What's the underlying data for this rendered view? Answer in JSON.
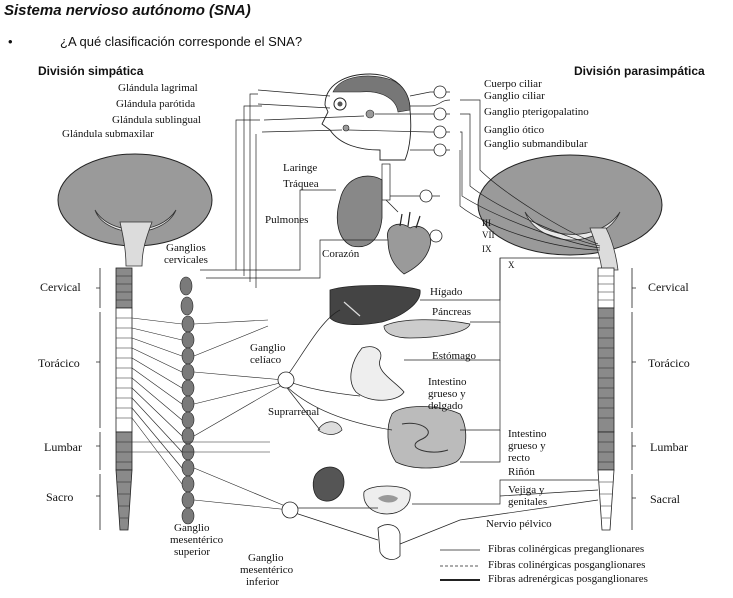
{
  "title": "Sistema nervioso autónomo (SNA)",
  "question": {
    "bullet": "•",
    "text": "¿A qué clasificación corresponde el SNA?"
  },
  "divisions": {
    "sympathetic": "División simpática",
    "parasympathetic": "División parasimpática"
  },
  "left_labels": {
    "glandula_lagrimal": "Glándula lagrimal",
    "glandula_parotida": "Glándula parótida",
    "glandula_sublingual": "Glándula sublingual",
    "glandula_submaxilar": "Glándula submaxilar"
  },
  "right_labels": {
    "cuerpo_ciliar": "Cuerpo ciliar",
    "ganglio_ciliar": "Ganglio ciliar",
    "ganglio_pterigopalatino": "Ganglio pterigopalatino",
    "ganglio_otico": "Ganglio ótico",
    "ganglio_submandibular": "Ganglio submandibular"
  },
  "organs": {
    "laringe": "Laringe",
    "traquea": "Tráquea",
    "pulmones": "Pulmones",
    "corazon": "Corazón",
    "higado": "Hígado",
    "pancreas": "Páncreas",
    "estomago": "Estómago",
    "intestino_1": "Intestino",
    "intestino_2": "grueso y",
    "intestino_3": "delgado",
    "suprarrenal": "Suprarrenal",
    "intestino_recto_1": "Intestino",
    "intestino_recto_2": "grueso y",
    "intestino_recto_3": "recto",
    "rinon": "Riñón",
    "vejiga_1": "Vejiga y",
    "vejiga_2": "genitales",
    "nervio_pelvico": "Nervio pélvico"
  },
  "ganglia": {
    "cervicales_1": "Ganglios",
    "cervicales_2": "cervicales",
    "celiaco_1": "Ganglio",
    "celiaco_2": "celíaco",
    "mes_sup_1": "Ganglio",
    "mes_sup_2": "mesentérico",
    "mes_sup_3": "superior",
    "mes_inf_1": "Ganglio",
    "mes_inf_2": "mesentérico",
    "mes_inf_3": "inferior"
  },
  "regions_left": {
    "cervical": "Cervical",
    "toracico": "Torácico",
    "lumbar": "Lumbar",
    "sacro": "Sacro"
  },
  "regions_right": {
    "cervical": "Cervical",
    "toracico": "Torácico",
    "lumbar": "Lumbar",
    "sacral": "Sacral"
  },
  "cranial_nerves": {
    "iii": "III",
    "vii": "VII",
    "ix": "IX",
    "x": "X"
  },
  "legend": {
    "item1": "Fibras colinérgicas preganglionares",
    "item2": "Fibras colinérgicas posganglionares",
    "item3": "Fibras adrenérgicas posganglionares"
  },
  "colors": {
    "brain": "#9a9a9a",
    "spine_dark": "#7a7a7a",
    "ink": "#111111"
  }
}
